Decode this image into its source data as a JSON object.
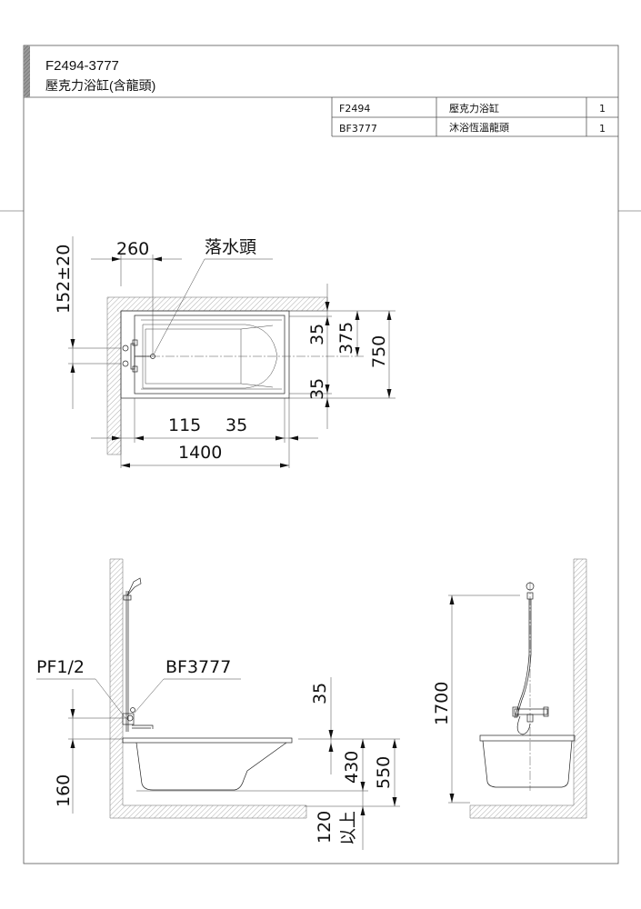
{
  "title_block": {
    "model": "F2494-3777",
    "name": "壓克力浴缸(含龍頭)"
  },
  "parts_table": [
    {
      "code": "F2494",
      "name": "壓克力浴缸",
      "qty": "1"
    },
    {
      "code": "BF3777",
      "name": "沐浴恆溫龍頭",
      "qty": "1"
    }
  ],
  "plan_view": {
    "dim_260": "260",
    "drain_label": "落水頭",
    "dim_152": "152±20",
    "dim_35_top": "35",
    "dim_375": "375",
    "dim_750": "750",
    "dim_35_bottom": "35",
    "dim_115": "115",
    "dim_35_width": "35",
    "dim_1400": "1400"
  },
  "side_view": {
    "pipe_label": "PF1/2",
    "faucet_label": "BF3777",
    "dim_35": "35",
    "dim_430": "430",
    "dim_550": "550",
    "dim_160": "160",
    "dim_120": "120",
    "dim_120_suffix": "以上"
  },
  "end_view": {
    "dim_1700": "1700"
  }
}
